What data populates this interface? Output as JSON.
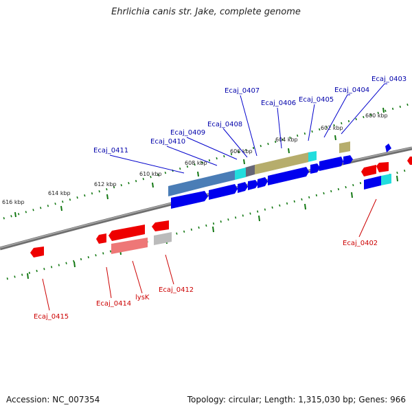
{
  "title": "Ehrlichia canis str. Jake, complete genome",
  "footer": {
    "accession_label": "Accession:",
    "accession": "NC_007354",
    "topology_label": "Topology:",
    "topology": "circular",
    "length_label": "Length:",
    "length": "1,315,030 bp",
    "genes_label": "Genes:",
    "genes": "966"
  },
  "colors": {
    "forward_label": "#0000aa",
    "reverse_label": "#cc0000",
    "backbone": "#777777",
    "tick": "#117711"
  },
  "outer_scale": {
    "ticks": [
      {
        "kbp": 600,
        "label": "600 kbp"
      },
      {
        "kbp": 602,
        "label": "602 kbp"
      },
      {
        "kbp": 604,
        "label": "604 kbp"
      },
      {
        "kbp": 606,
        "label": "606 kbp"
      },
      {
        "kbp": 608,
        "label": "608 kbp"
      },
      {
        "kbp": 610,
        "label": "610 kbp"
      },
      {
        "kbp": 612,
        "label": "612 kbp"
      },
      {
        "kbp": 614,
        "label": "614 kbp"
      },
      {
        "kbp": 616,
        "label": "616 kbp"
      }
    ]
  },
  "genes": [
    {
      "id": "g0403",
      "label": "Ecaj_0403",
      "strand": "forward"
    },
    {
      "id": "g0404",
      "label": "Ecaj_0404",
      "strand": "forward"
    },
    {
      "id": "g0405",
      "label": "Ecaj_0405",
      "strand": "forward"
    },
    {
      "id": "g0406",
      "label": "Ecaj_0406",
      "strand": "forward"
    },
    {
      "id": "g0407",
      "label": "Ecaj_0407",
      "strand": "forward"
    },
    {
      "id": "g0408",
      "label": "Ecaj_0408",
      "strand": "forward"
    },
    {
      "id": "g0409",
      "label": "Ecaj_0409",
      "strand": "forward"
    },
    {
      "id": "g0410",
      "label": "Ecaj_0410",
      "strand": "forward"
    },
    {
      "id": "g0411",
      "label": "Ecaj_0411",
      "strand": "forward"
    },
    {
      "id": "g0402",
      "label": "Ecaj_0402",
      "strand": "reverse"
    },
    {
      "id": "g0412",
      "label": "Ecaj_0412",
      "strand": "reverse"
    },
    {
      "id": "glysK",
      "label": "lysK",
      "strand": "reverse"
    },
    {
      "id": "g0414",
      "label": "Ecaj_0414",
      "strand": "reverse"
    },
    {
      "id": "g0415",
      "label": "Ecaj_0415",
      "strand": "reverse"
    }
  ]
}
